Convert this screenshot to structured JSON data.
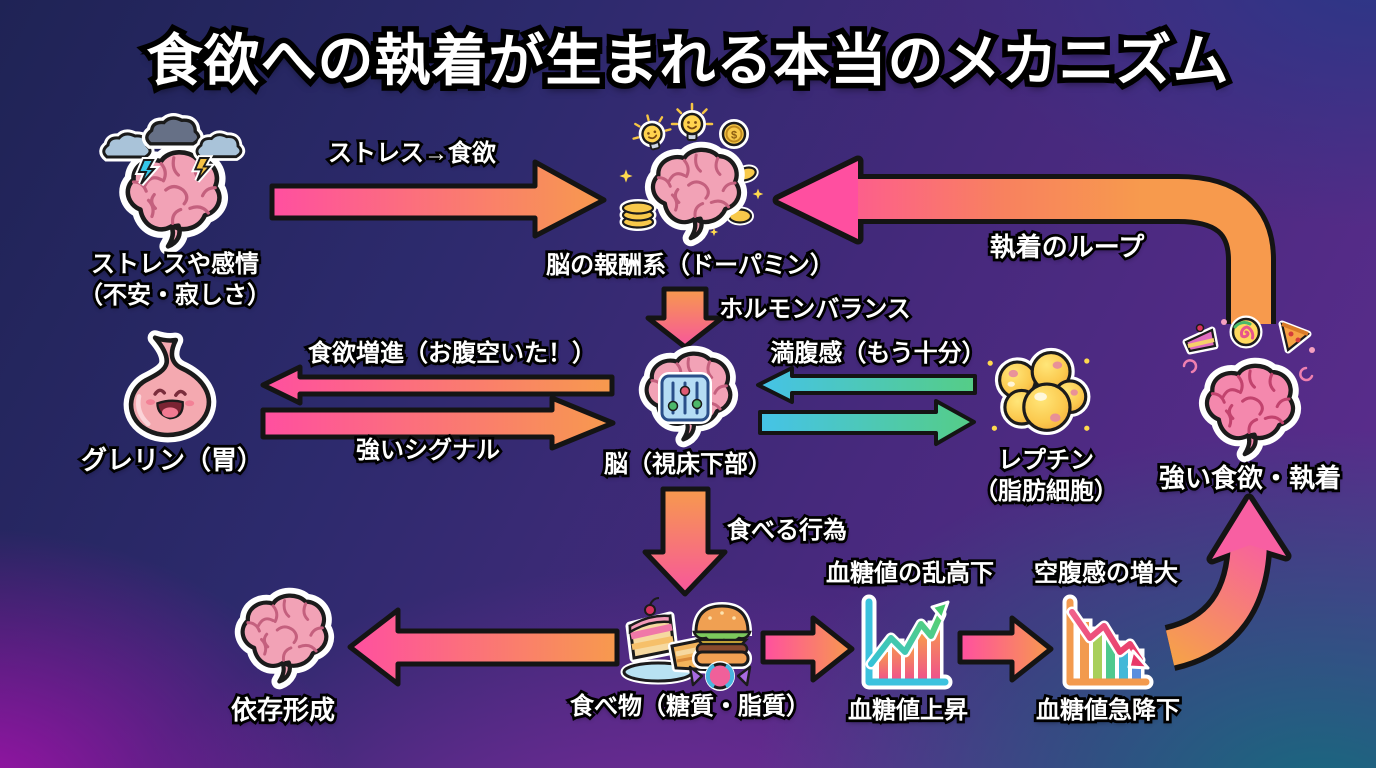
{
  "title": "食欲への執着が生まれる本当のメカニズム",
  "nodes": {
    "stress": {
      "line1": "ストレスや感情",
      "line2": "（不安・寂しさ）",
      "icon": "storm-cloud-brain-icon"
    },
    "reward": {
      "label": "脳の報酬系（ドーパミン）",
      "icon": "dopamine-reward-brain-icon"
    },
    "hypothalamus": {
      "label": "脳（視床下部）",
      "icon": "hypothalamus-brain-icon"
    },
    "ghrelin": {
      "label": "グレリン（胃）",
      "icon": "happy-stomach-icon"
    },
    "leptin": {
      "line1": "レプチン",
      "line2": "（脂肪細胞）",
      "icon": "fat-cells-icon"
    },
    "craving": {
      "label": "強い食欲・執着",
      "icon": "sweets-craving-brain-icon"
    },
    "dependence": {
      "label": "依存形成",
      "icon": "plain-brain-icon"
    },
    "food": {
      "label": "食べ物（糖質・脂質）",
      "icon": "junk-food-icon"
    },
    "sugar_spike": {
      "caption": "血糖値の乱高下",
      "label": "血糖値上昇",
      "icon": "rising-chart-icon"
    },
    "sugar_crash": {
      "caption": "空腹感の増大",
      "label": "血糖値急降下",
      "icon": "falling-chart-icon"
    }
  },
  "edges": {
    "stress_to_reward": "ストレス→食欲",
    "obsession_loop": "執着のループ",
    "hormone_balance": "ホルモンバランス",
    "appetite_increase": "食欲増進（お腹空いた！）",
    "strong_signal": "強いシグナル",
    "satiety": "満腹感（もう十分）",
    "eating_action": "食べる行為"
  },
  "colors": {
    "arrow_pink": "#ff4fa0",
    "arrow_orange": "#f79a4d",
    "arrow_teal": "#45c3e8",
    "arrow_green": "#55cd86",
    "bg_top_left": "#1f2355",
    "bg_center": "#5c2d8a",
    "bg_bottom_left": "#9d12a8",
    "bg_bottom_right": "#17697e"
  }
}
